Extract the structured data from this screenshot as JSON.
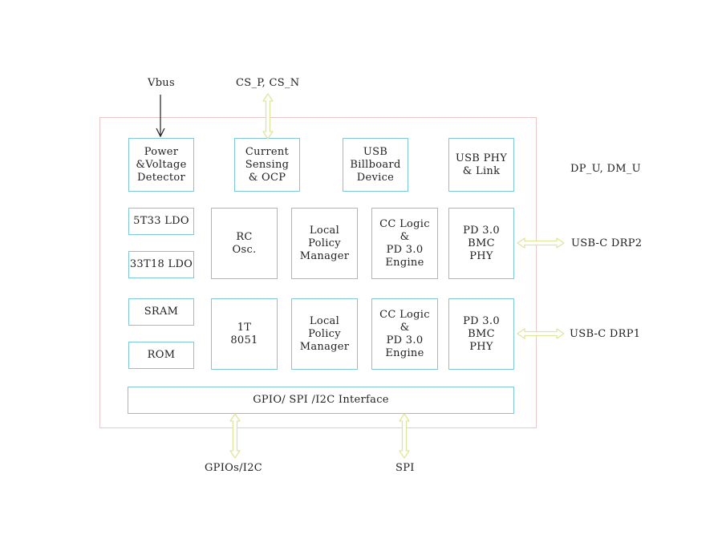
{
  "signals": {
    "vbus": "Vbus",
    "cs": "CS_P, CS_N",
    "dp_dm": "DP_U, DM_U",
    "drp2": "USB-C DRP2",
    "drp1": "USB-C DRP1",
    "gpios": "GPIOs/I2C",
    "spi": "SPI"
  },
  "blocks": {
    "power": "Power\n&Voltage\nDetector",
    "current": "Current\nSensing\n& OCP",
    "billboard": "USB\nBillboard\nDevice",
    "usbphy": "USB PHY\n& Link",
    "ldo5": "5T33 LDO",
    "ldo33": "33T18 LDO",
    "rc": "RC\nOsc.",
    "lpm_top": "Local\nPolicy\nManager",
    "cc_top": "CC Logic\n&\nPD 3.0\nEngine",
    "pd_top": "PD 3.0\nBMC\nPHY",
    "sram": "SRAM",
    "rom": "ROM",
    "mcu": "1T\n8051",
    "lpm_bot": "Local\nPolicy\nManager",
    "cc_bot": "CC Logic\n&\nPD 3.0\nEngine",
    "pd_bot": "PD 3.0\nBMC\nPHY",
    "gpio": "GPIO/ SPI /I2C Interface"
  },
  "colors": {
    "block_border": "#7fc8dc",
    "chip_border": "#ecc7c9",
    "arrow": "#e4e8a8",
    "line": "#1e1e1e"
  }
}
